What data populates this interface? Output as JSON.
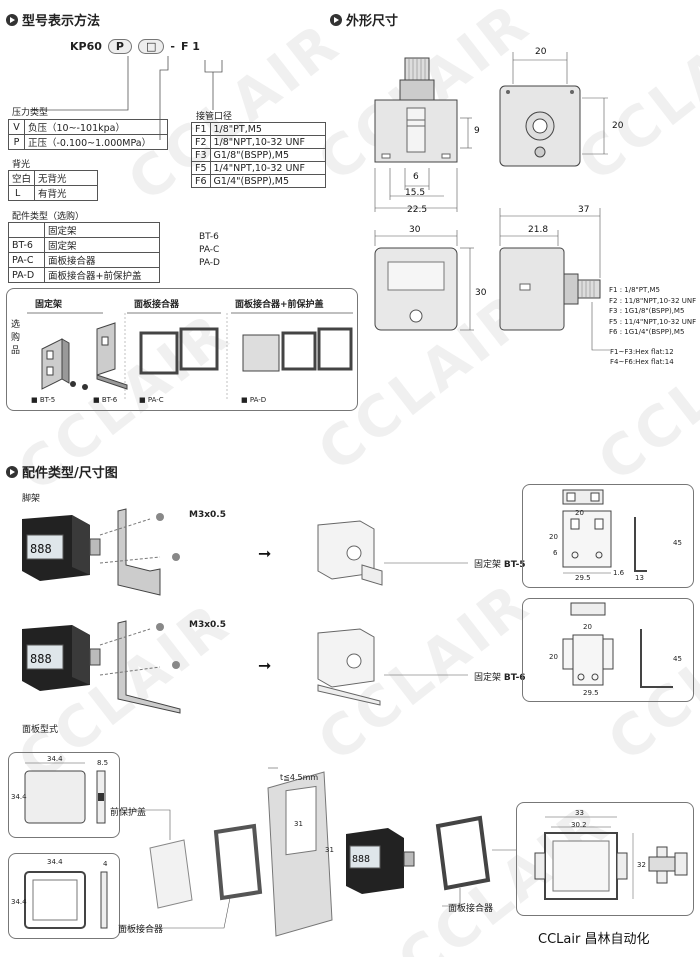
{
  "watermark_text": "CCLAIR",
  "footer_brand": "CCLair 昌林自动化",
  "model_section": {
    "title": "型号表示方法",
    "model_code": "KP60",
    "code_p": "P",
    "code_box": "□",
    "code_dash": "-",
    "code_f1": "F 1",
    "pressure_type_label": "压力类型",
    "pressure_rows": [
      {
        "code": "V",
        "desc": "负压（10~-101kpa）"
      },
      {
        "code": "P",
        "desc": "正压（-0.100~1.000MPa）"
      }
    ],
    "backlight_label": "背光",
    "backlight_rows": [
      {
        "code": "空白",
        "desc": "无背光"
      },
      {
        "code": "L",
        "desc": "有背光"
      }
    ],
    "accessory_label": "配件类型（选购）",
    "accessory_rows": [
      {
        "code": "",
        "desc": "固定架"
      },
      {
        "code": "BT-6",
        "desc": "固定架"
      },
      {
        "code": "PA-C",
        "desc": "面板接合器"
      },
      {
        "code": "PA-D",
        "desc": "面板接合器+前保护盖"
      }
    ],
    "port_label": "接管口径",
    "port_rows": [
      {
        "code": "F1",
        "desc": "1/8\"PT,M5"
      },
      {
        "code": "F2",
        "desc": "1/8\"NPT,10-32 UNF"
      },
      {
        "code": "F3",
        "desc": "G1/8\"(BSPP),M5"
      },
      {
        "code": "F5",
        "desc": "1/4\"NPT,10-32 UNF"
      },
      {
        "code": "F6",
        "desc": "G1/4\"(BSPP),M5"
      }
    ],
    "accessory_list": [
      "BT-6",
      "PA-C",
      "PA-D"
    ]
  },
  "options_panel": {
    "side_label": "选购品",
    "group1_title": "固定架",
    "group2_title": "面板接合器",
    "group3_title": "面板接合器+前保护盖",
    "items": [
      "BT-5",
      "BT-6",
      "PA-C",
      "PA-D"
    ]
  },
  "outline_section": {
    "title": "外形尺寸",
    "dims": {
      "d20_top": "20",
      "d20_right": "20",
      "d9": "9",
      "d6": "6",
      "d15_5": "15.5",
      "d22_5": "22.5",
      "d37": "37",
      "d21_8": "21.8",
      "d30_top": "30",
      "d30_left": "30"
    },
    "port_notes": [
      "F1 : 1/8\"PT,M5",
      "F2 : 11/8\"NPT,10-32 UNF",
      "F3 : 1G1/8\"(BSPP),M5",
      "F5 : 11/4\"NPT,10-32 UNF",
      "F6 : 1G1/4\"(BSPP),M5"
    ],
    "hex_notes": [
      "F1~F3:Hex flat:12",
      "F4~F6:Hex flat:14"
    ]
  },
  "accessory_section": {
    "title": "配件类型/尺寸图",
    "bracket_label": "脚架",
    "screw_label": "M3x0.5",
    "bt5_label": "固定架",
    "bt5_code": "BT-5",
    "bt6_label": "固定架",
    "bt6_code": "BT-6",
    "panel_label": "面板型式",
    "front_cover_label": "前保护盖",
    "panel_adapter_label": "面板接合器",
    "panel_adapter_label2": "面板接合器",
    "thickness_label": "t≦4.5mm",
    "dims": {
      "bt_20a": "20",
      "bt_20b": "20",
      "bt_29_5": "29.5",
      "bt_45": "45",
      "bt_1_6": "1.6",
      "bt_13": "13",
      "bt_6": "6",
      "bt6_20a": "20",
      "bt6_20b": "20",
      "bt6_29_5": "29.5",
      "bt6_45": "45",
      "pc_34_4": "34.4",
      "pc_34_4v": "34.4",
      "pc_8_5": "8.5",
      "pa_34_4": "34.4",
      "pa_34_4v": "34.4",
      "pa_4": "4",
      "cut_31_a": "31",
      "cut_31_b": "31",
      "dd_33": "33",
      "dd_30_2": "30.2",
      "dd_32": "32"
    }
  }
}
